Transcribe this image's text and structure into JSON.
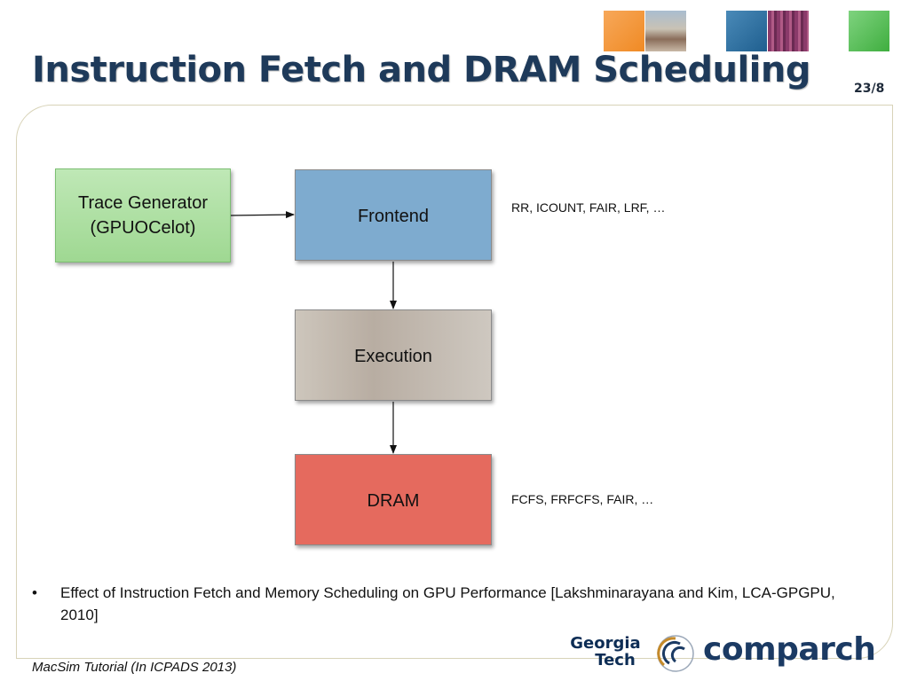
{
  "slide": {
    "title": "Instruction Fetch and DRAM Scheduling",
    "page_number": "23/8",
    "footer": "MacSim Tutorial (In ICPADS 2013)"
  },
  "diagram": {
    "trace_generator": {
      "line1": "Trace Generator",
      "line2": "(GPUOCelot)"
    },
    "frontend": "Frontend",
    "execution": "Execution",
    "dram": "DRAM",
    "frontend_policies": "RR, ICOUNT, FAIR, LRF, …",
    "dram_policies": "FCFS, FRFCFS, FAIR, …"
  },
  "bullets": [
    {
      "marker": "•",
      "text": "Effect of Instruction Fetch and Memory Scheduling on GPU Performance [Lakshminarayana and Kim, LCA-GPGPU, 2010]"
    }
  ],
  "logos": {
    "georgia_tech": {
      "line1": "Georgia",
      "line2": "Tech"
    },
    "comparch": "comparch"
  },
  "colors": {
    "title": "#1e3a5a",
    "trace_box": "#9fd892",
    "frontend_box": "#7eabcf",
    "execution_box": "#b8ada2",
    "dram_box": "#e56a5e"
  }
}
